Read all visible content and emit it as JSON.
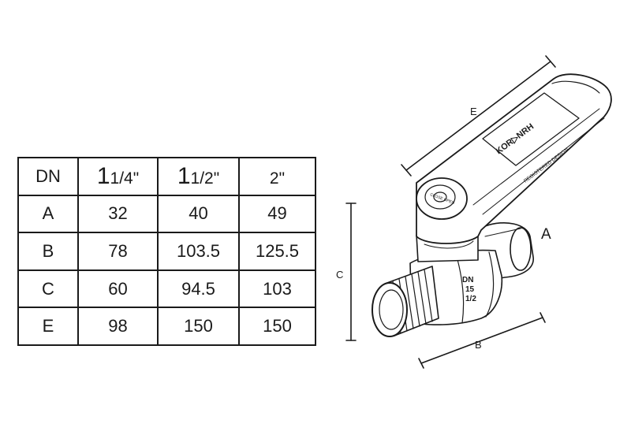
{
  "table": {
    "header": {
      "first": "DN",
      "sizes": [
        {
          "whole": "1",
          "frac": "1/4\""
        },
        {
          "whole": "1",
          "frac": "1/2\""
        },
        {
          "whole": "",
          "frac": "2\""
        }
      ]
    },
    "rows": [
      {
        "label": "A",
        "values": [
          "32",
          "40",
          "49"
        ]
      },
      {
        "label": "B",
        "values": [
          "78",
          "103.5",
          "125.5"
        ]
      },
      {
        "label": "C",
        "values": [
          "60",
          "94.5",
          "103"
        ]
      },
      {
        "label": "E",
        "values": [
          "98",
          "150",
          "150"
        ]
      }
    ]
  },
  "drawing": {
    "dim_E": "E",
    "dim_C": "C",
    "dim_B": "B",
    "dim_A": "A",
    "body_marking": [
      "DN",
      "15",
      "1/2"
    ],
    "handle_brand": "KOR▷NRH",
    "handle_text": "REGISTERED DESIGN",
    "knob_text": "CLOSE OPEN"
  }
}
